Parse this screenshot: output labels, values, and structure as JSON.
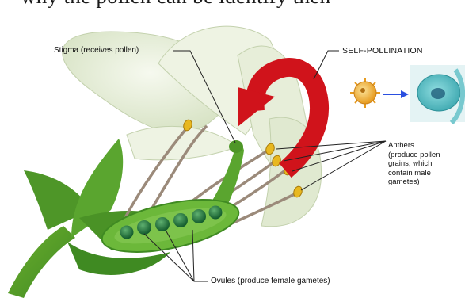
{
  "top_text": "why the pollen can be identify then",
  "labels": {
    "stigma": "Stigma (receives pollen)",
    "self_pollination": "SELF-POLLINATION",
    "anthers_lines": [
      "Anthers",
      "(produce pollen",
      "grains, which",
      "contain male",
      "gametes)"
    ],
    "ovules": "Ovules (produce female gametes)"
  },
  "colors": {
    "petal": "#e4ecd4",
    "stem": "#4f9a2a",
    "ovary": "#6cb83a",
    "ovule": "#1f6e3a",
    "arrow": "#d0131b",
    "anther": "#e8b820",
    "pollen": "#f2b33a",
    "cell": "#6fc6cc",
    "leader_line": "#222222"
  }
}
